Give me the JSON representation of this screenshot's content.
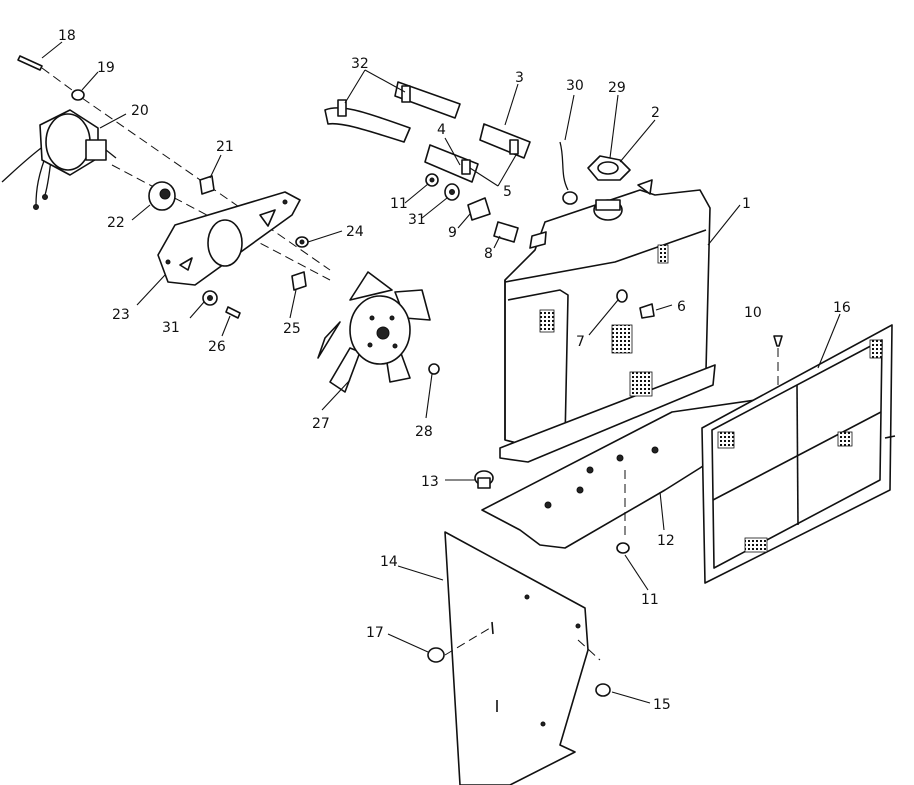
{
  "callouts": {
    "c1": "1",
    "c2": "2",
    "c3": "3",
    "c4": "4",
    "c5": "5",
    "c6": "6",
    "c7": "7",
    "c8": "8",
    "c9": "9",
    "c10": "10",
    "c11a": "11",
    "c11b": "11",
    "c12": "12",
    "c13": "13",
    "c14": "14",
    "c15": "15",
    "c16": "16",
    "c17": "17",
    "c18": "18",
    "c19": "19",
    "c20": "20",
    "c21": "21",
    "c22": "22",
    "c23": "23",
    "c24": "24",
    "c25": "25",
    "c26": "26",
    "c27": "27",
    "c28": "28",
    "c29": "29",
    "c30": "30",
    "c31a": "31",
    "c31b": "31",
    "c32": "32"
  },
  "colors": {
    "ink": "#111111",
    "paper": "#ffffff"
  }
}
